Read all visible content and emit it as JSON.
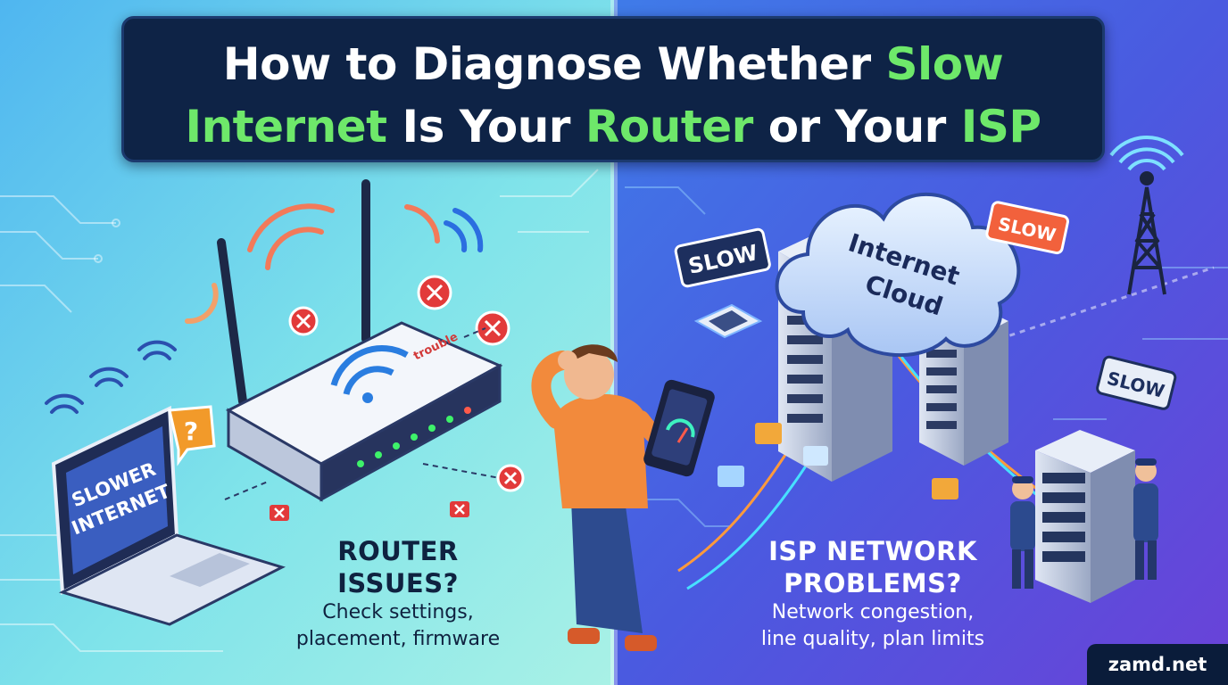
{
  "title": {
    "line1": {
      "part1": "How to Diagnose Whether ",
      "part2": "Slow"
    },
    "line2": {
      "part1": "Internet",
      "part2": " Is Your ",
      "part3": "Router",
      "part4": " or Your ",
      "part5": "ISP"
    }
  },
  "left": {
    "laptop_screen": {
      "line1": "SLOWER",
      "line2": "INTERNET"
    },
    "question_badge": "?",
    "router_brand": "trouble",
    "heading_line1": "ROUTER",
    "heading_line2": "ISSUES?",
    "desc_line1": "Check settings,",
    "desc_line2": "placement, firmware"
  },
  "right": {
    "cloud": {
      "line1": "Internet",
      "line2": "Cloud"
    },
    "slow_tags": [
      "SLOW",
      "SLOW",
      "SLOW"
    ],
    "heading_line1": "ISP NETWORK",
    "heading_line2": "PROBLEMS?",
    "desc_line1": "Network congestion,",
    "desc_line2": "line quality, plan limits"
  },
  "brand": "zamd.net",
  "colors": {
    "highlight": "#6ee86a",
    "title_bg": "#0e2346",
    "left_bg": "#7fe3ea",
    "right_bg": "#4a5ae0",
    "error_red": "#e23a3a",
    "slow_orange": "#f2613c"
  }
}
